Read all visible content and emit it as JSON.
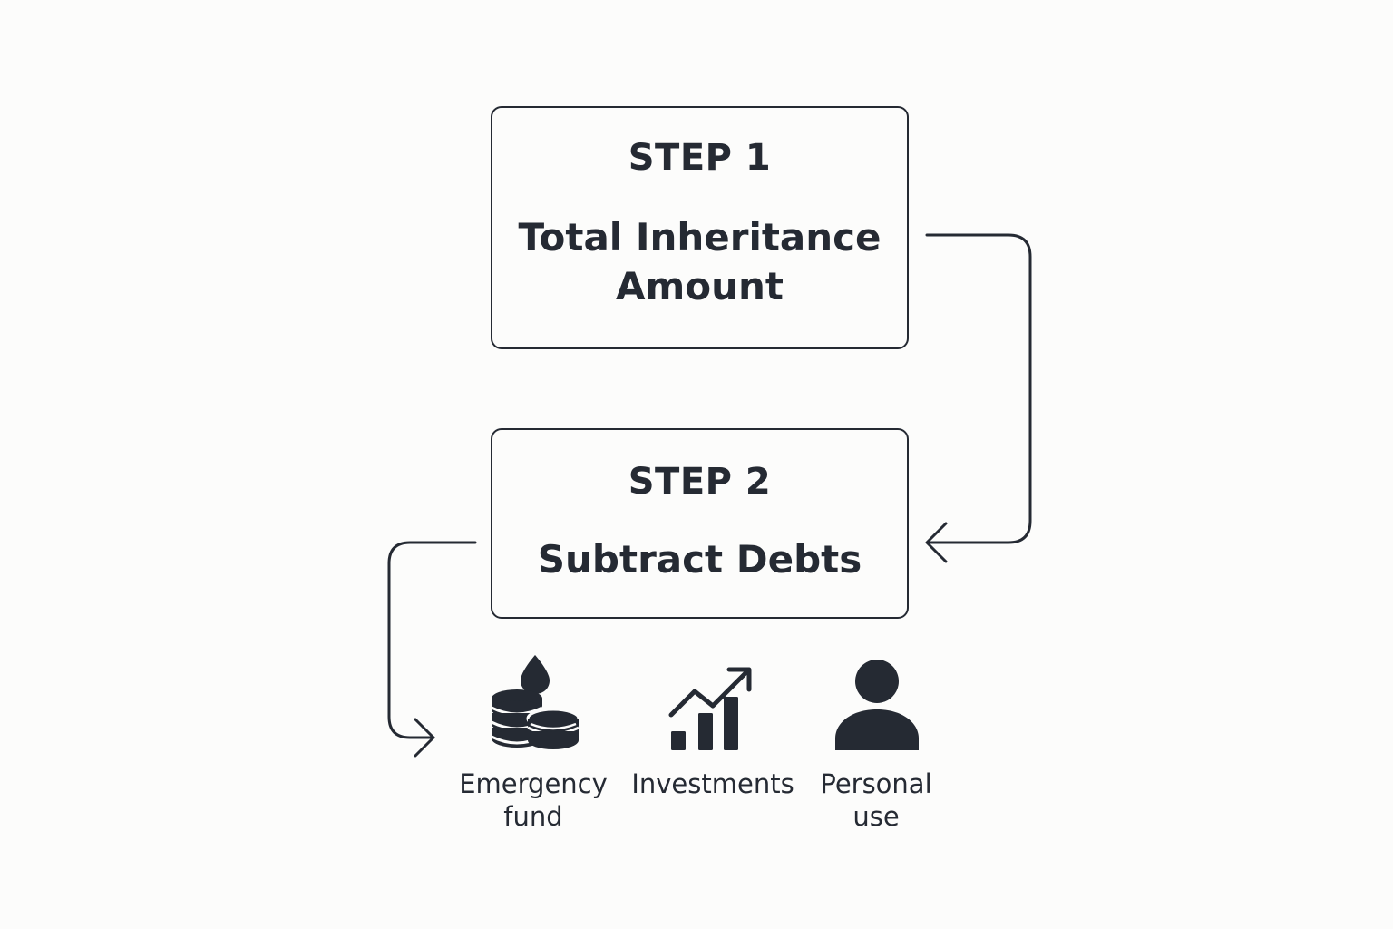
{
  "steps": [
    {
      "label": "STEP 1",
      "title_lines": [
        "Total Inheritance",
        "Amount"
      ]
    },
    {
      "label": "STEP 2",
      "title_lines": [
        "Subtract Debts"
      ]
    }
  ],
  "allocations": [
    {
      "label_lines": [
        "Emergency",
        "fund"
      ],
      "icon": "coins-drop-icon"
    },
    {
      "label_lines": [
        "Investments"
      ],
      "icon": "growth-chart-icon"
    },
    {
      "label_lines": [
        "Personal",
        "use"
      ],
      "icon": "person-icon"
    }
  ],
  "colors": {
    "ink": "#252a33",
    "background": "#fcfcfb"
  }
}
